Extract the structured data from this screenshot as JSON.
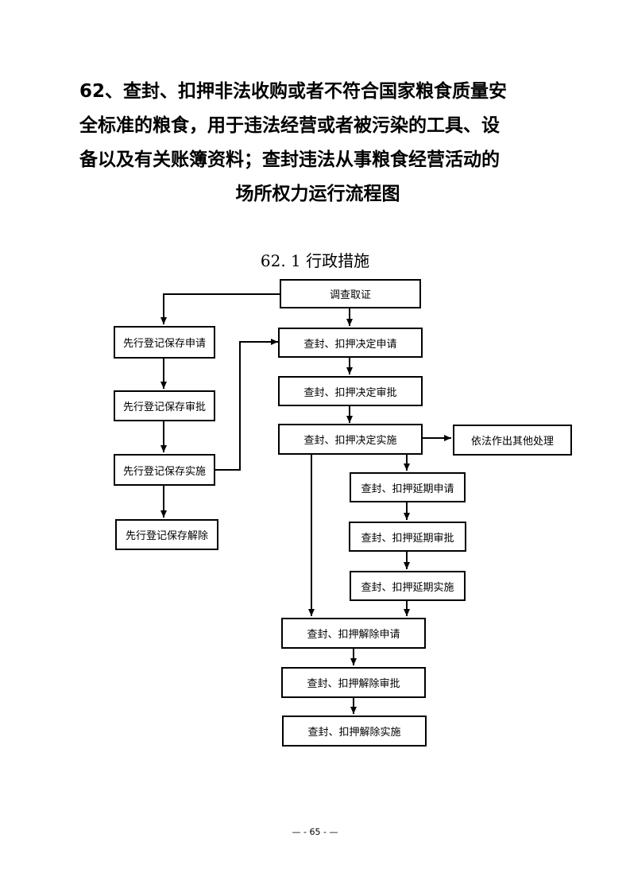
{
  "title": {
    "line1": "62、查封、扣押非法收购或者不符合国家粮食质量安",
    "line2": "全标准的粮食，用于违法经营或者被污染的工具、设",
    "line3": "备以及有关账簿资料；查封违法从事粮食经营活动的",
    "line4": "场所权力运行流程图"
  },
  "subtitle": "62. 1 行政措施",
  "nodes": {
    "investigate": "调查取证",
    "seal_apply": "查封、扣押决定申请",
    "seal_approve": "查封、扣押决定审批",
    "seal_implement": "查封、扣押决定实施",
    "other": "依法作出其他处理",
    "extend_apply": "查封、扣押延期申请",
    "extend_approve": "查封、扣押延期审批",
    "extend_implement": "查封、扣押延期实施",
    "release_apply": "查封、扣押解除申请",
    "release_approve": "查封、扣押解除审批",
    "release_implement": "查封、扣押解除实施",
    "prereg_apply": "先行登记保存申请",
    "prereg_approve": "先行登记保存审批",
    "prereg_implement": "先行登记保存实施",
    "prereg_release": "先行登记保存解除"
  },
  "footer": "— - 65 - —"
}
